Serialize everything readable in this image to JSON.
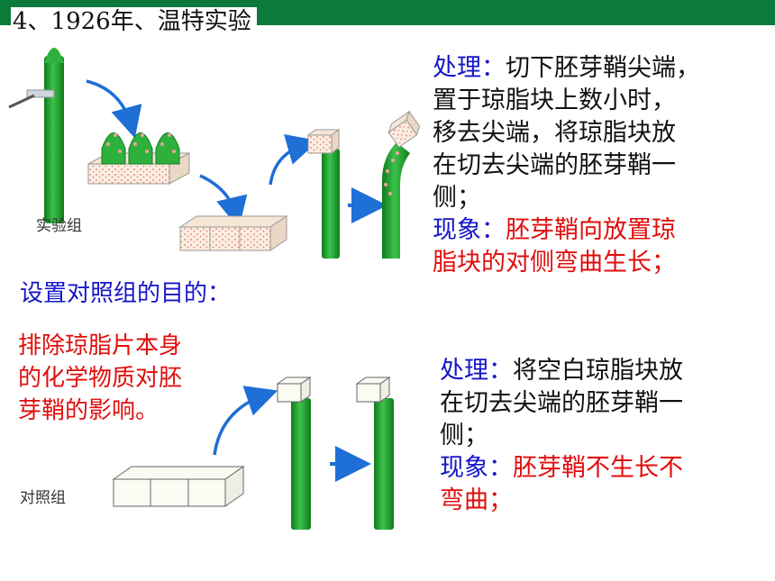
{
  "title": "4、1926年、温特实验",
  "experiment": {
    "group_label": "实验组",
    "treatment_label": "处理：",
    "treatment_lines": [
      "切下胚芽鞘尖端，",
      "置于琼脂块上数小时，",
      "移去尖端，将琼脂块放",
      "在切去尖端的胚芽鞘一",
      "侧；"
    ],
    "phenomenon_label": "现象：",
    "phenomenon_lines": [
      "胚芽鞘向放置琼",
      "脂块的对侧弯曲生长；"
    ]
  },
  "purpose": {
    "question": "设置对照组的目的：",
    "answer_lines": [
      "排除琼脂片本身",
      "的化学物质对胚",
      "芽鞘的影响。"
    ]
  },
  "control": {
    "group_label": "对照组",
    "treatment_label": "处理：",
    "treatment_lines": [
      "将空白琼脂块放",
      "在切去尖端的胚芽鞘一",
      "侧；"
    ],
    "phenomenon_label": "现象：",
    "phenomenon_lines": [
      "胚芽鞘不生长不",
      "弯曲；"
    ]
  },
  "colors": {
    "header_bar": "#0b7a3b",
    "label_blue": "#1515c8",
    "emphasis_red": "#e10d0d",
    "coleoptile_green": "#1a9a2a",
    "arrow_blue": "#1e6fd6"
  }
}
